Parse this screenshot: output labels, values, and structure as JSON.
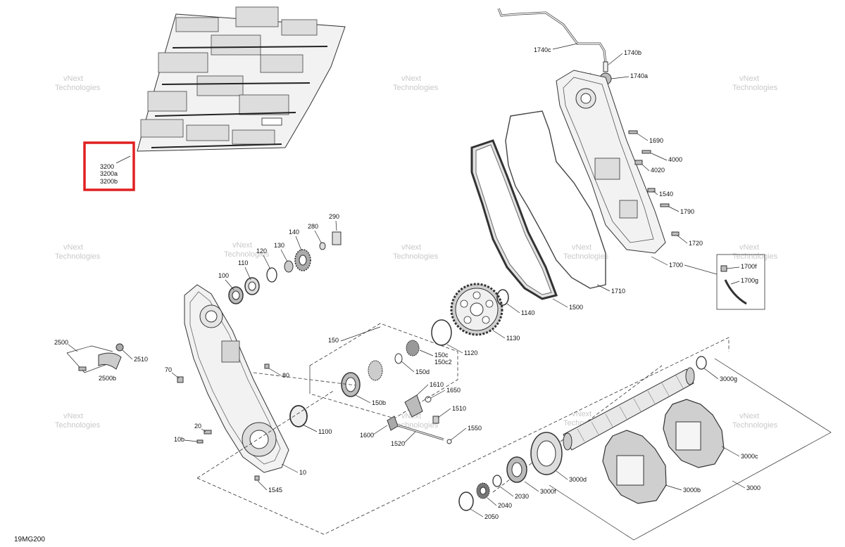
{
  "figure_code": "19MG200",
  "highlight_color": "#e02020",
  "watermark": [
    "vNext",
    "Technologies"
  ],
  "labels": {
    "p3200": "3200",
    "p3200a": "3200a",
    "p3200b": "3200b",
    "p1740c": "1740c",
    "p1740b": "1740b",
    "p1740a": "1740a",
    "p1690": "1690",
    "p4000": "4000",
    "p4020": "4020",
    "p1540": "1540",
    "p1790": "1790",
    "p1720": "1720",
    "p1700": "1700",
    "p1700f": "1700f",
    "p1700g": "1700g",
    "p1710": "1710",
    "p1500": "1500",
    "p1140": "1140",
    "p1130": "1130",
    "p1120": "1120",
    "p150": "150",
    "p150c": "150c",
    "p150c2": "150c2",
    "p150d": "150d",
    "p150b": "150b",
    "p1610": "1610",
    "p1650": "1650",
    "p1510": "1510",
    "p1550": "1550",
    "p1520": "1520",
    "p1600": "1600",
    "p1100": "1100",
    "p290": "290",
    "p280": "280",
    "p140": "140",
    "p130": "130",
    "p120": "120",
    "p110": "110",
    "p100": "100",
    "p2500": "2500",
    "p2510": "2510",
    "p2500b": "2500b",
    "p70": "70",
    "p80": "80",
    "p20": "20",
    "p10b": "10b",
    "p10": "10",
    "p1545": "1545",
    "p3000g": "3000g",
    "p3000c": "3000c",
    "p3000d": "3000d",
    "p3000f": "3000f",
    "p3000b": "3000b",
    "p3000": "3000",
    "p2030": "2030",
    "p2040": "2040",
    "p2050": "2050"
  }
}
